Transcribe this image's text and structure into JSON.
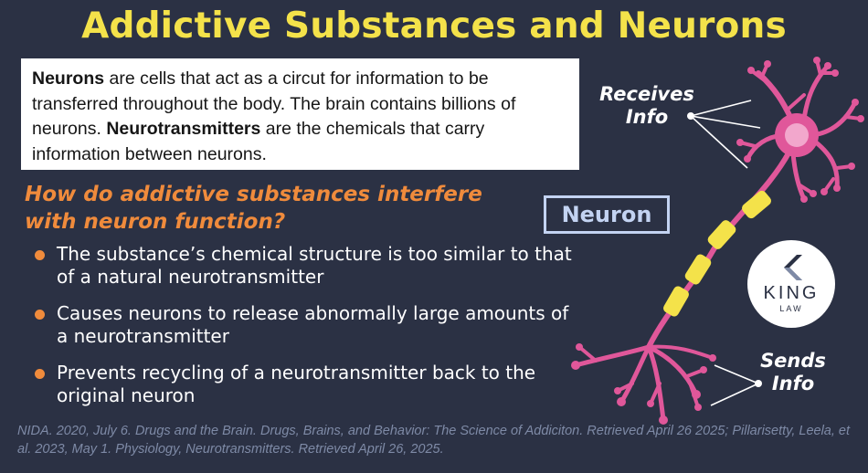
{
  "title": "Addictive Substances and Neurons",
  "intro": {
    "term1": "Neurons",
    "text1": " are cells that act as a circut for information to be transferred throughout the body. The brain contains billions of neurons. ",
    "term2": "Neurotransmitters",
    "text2": " are the chemicals that carry information between neurons."
  },
  "question": "How do addictive substances interfere with neuron function?",
  "bullets": [
    "The substance’s chemical structure is too similar to that of a natural neurotransmitter",
    "Causes neurons to release abnormally large amounts of a neurotransmitter",
    "Prevents recycling of a neurotransmitter back to the original neuron"
  ],
  "diagram": {
    "neuron_label": "Neuron",
    "receives_label": "Receives Info",
    "sends_label": "Sends Info"
  },
  "logo": {
    "name": "KING",
    "sub": "LAW"
  },
  "citation": "NIDA. 2020, July 6. Drugs and the Brain. Drugs, Brains, and Behavior: The Science of Addiciton. Retrieved April 26 2025; Pillarisetty, Leela, et al. 2023, May 1. Physiology, Neurotransmitters. Retrieved April 26, 2025.",
  "colors": {
    "background": "#2b3144",
    "title": "#f4e24a",
    "accent": "#f08b3c",
    "neuron": "#e0579a",
    "myelin": "#f4e24a",
    "label_box": "#c3d3f2"
  }
}
